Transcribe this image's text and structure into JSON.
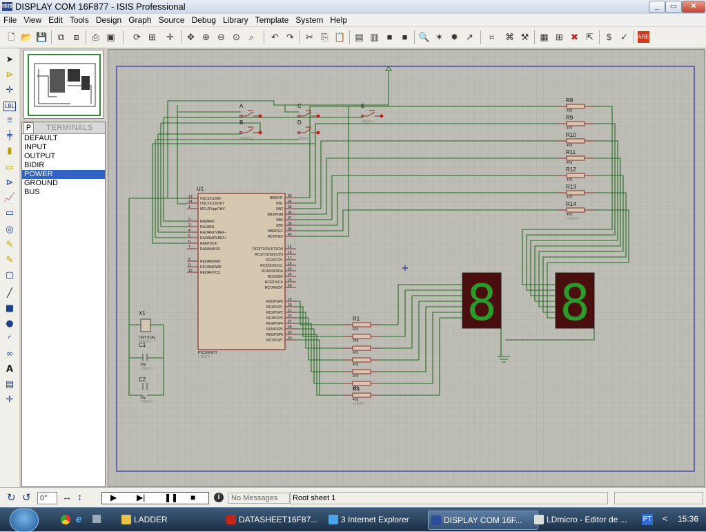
{
  "window": {
    "app_icon_text": "ISIS",
    "title": "DISPLAY COM 16F877 - ISIS Professional",
    "btn_min": "_",
    "btn_max": "▭",
    "btn_close": "✕"
  },
  "menu": [
    "File",
    "View",
    "Edit",
    "Tools",
    "Design",
    "Graph",
    "Source",
    "Debug",
    "Library",
    "Template",
    "System",
    "Help"
  ],
  "devices": {
    "tab_letter": "P",
    "tab_title": "TERMINALS",
    "items": [
      {
        "label": "DEFAULT"
      },
      {
        "label": "INPUT"
      },
      {
        "label": "OUTPUT"
      },
      {
        "label": "BIDIR"
      },
      {
        "label": "POWER",
        "selected": true
      },
      {
        "label": "GROUND"
      },
      {
        "label": "BUS"
      }
    ]
  },
  "schematic": {
    "u1": {
      "ref": "U1",
      "part": "PIC16F877",
      "text": "<TEXT>",
      "left_pins": [
        [
          "13",
          "OSC1/CLKIN"
        ],
        [
          "14",
          "OSC2/CLKOUT"
        ],
        [
          "1",
          "MCLR/Vpp/THV"
        ],
        [
          "2",
          "RA0/AN0"
        ],
        [
          "3",
          "RA1/AN1"
        ],
        [
          "4",
          "RA2/AN2/VREF-"
        ],
        [
          "5",
          "RA3/AN3/VREF+"
        ],
        [
          "6",
          "RA4/T0CKI"
        ],
        [
          "7",
          "RA5/AN4/SS"
        ],
        [
          "8",
          "RE0/AN5/RD"
        ],
        [
          "9",
          "RE1/AN6/WR"
        ],
        [
          "10",
          "RE2/AN7/CS"
        ]
      ],
      "right_pins": [
        [
          "33",
          "RB0/INT"
        ],
        [
          "34",
          "RB1"
        ],
        [
          "35",
          "RB2"
        ],
        [
          "36",
          "RB3/PGM"
        ],
        [
          "37",
          "RB4"
        ],
        [
          "38",
          "RB5"
        ],
        [
          "39",
          "RB6/PGC"
        ],
        [
          "40",
          "RB7/PGD"
        ],
        [
          "15",
          "RC0/T1OSO/T1CKI"
        ],
        [
          "16",
          "RC1/T1OSI/CCP2"
        ],
        [
          "17",
          "RC2/CCP1"
        ],
        [
          "18",
          "RC3/SCK/SCL"
        ],
        [
          "23",
          "RC4/SDI/SDA"
        ],
        [
          "24",
          "RC5/SDO"
        ],
        [
          "25",
          "RC6/TX/CK"
        ],
        [
          "26",
          "RC7/RX/DT"
        ],
        [
          "19",
          "RD0/PSP0"
        ],
        [
          "20",
          "RD1/PSP1"
        ],
        [
          "21",
          "RD2/PSP2"
        ],
        [
          "22",
          "RD3/PSP3"
        ],
        [
          "27",
          "RD4/PSP4"
        ],
        [
          "28",
          "RD5/PSP5"
        ],
        [
          "29",
          "RD6/PSP6"
        ],
        [
          "30",
          "RD7/PSP7"
        ]
      ]
    },
    "x1": {
      "ref": "X1",
      "value": "CRYSTAL",
      "text": "<TEXT>"
    },
    "c1": {
      "ref": "C1",
      "value": "15p",
      "text": "<TEXT>"
    },
    "c2": {
      "ref": "C2",
      "value": "15p",
      "text": "<TEXT>"
    },
    "buttons": [
      {
        "label": "A"
      },
      {
        "label": "B"
      },
      {
        "label": "C"
      },
      {
        "label": "D"
      },
      {
        "label": "E"
      }
    ],
    "button_text": "<TEXT>",
    "resistors_right": [
      {
        "ref": "R8",
        "value": "470"
      },
      {
        "ref": "R9",
        "value": "470"
      },
      {
        "ref": "R10",
        "value": "470"
      },
      {
        "ref": "R11",
        "value": "470"
      },
      {
        "ref": "R12",
        "value": "470"
      },
      {
        "ref": "R13",
        "value": "470"
      },
      {
        "ref": "R14",
        "value": "470"
      }
    ],
    "resistors_bottom": [
      {
        "ref": "R1",
        "value": "470"
      },
      {
        "ref": "",
        "value": "470"
      },
      {
        "ref": "",
        "value": "470"
      },
      {
        "ref": "",
        "value": "470"
      },
      {
        "ref": "",
        "value": "470"
      },
      {
        "ref": "",
        "value": "470"
      },
      {
        "ref": "R4",
        "value": "470"
      }
    ],
    "res_text": "<TEXT>",
    "digit_a": "8",
    "digit_b": "8"
  },
  "status": {
    "rotation": "0°",
    "messages": "No Messages",
    "sheet": "Root sheet 1"
  },
  "taskbar": {
    "tasks": [
      {
        "label": "LADDER"
      },
      {
        "label": "DATASHEET16F87..."
      },
      {
        "count": "3",
        "label": "Internet Explorer"
      },
      {
        "label": "DISPLAY COM 16F..."
      },
      {
        "label": "LDmicro - Editor de ..."
      }
    ],
    "lang": "PT",
    "arrow": "<",
    "clock": "15:36"
  },
  "colors": {
    "wire": "#1f6b1f",
    "border": "#2c2cb5",
    "part_fill": "#d6c7b1",
    "part_border": "#8b2a2a",
    "seg_on": "#2a9a2a",
    "seg_body": "#4a0e0e"
  }
}
